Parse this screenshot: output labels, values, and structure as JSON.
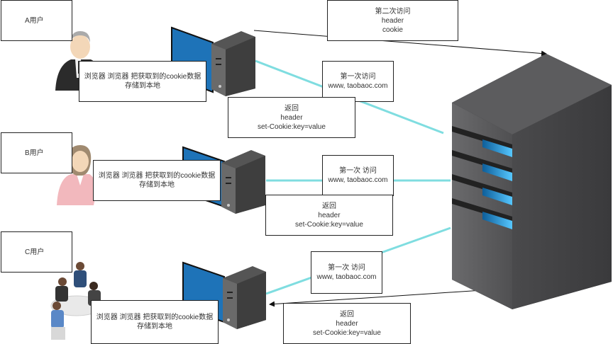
{
  "users": [
    {
      "label": "A用户",
      "note": "浏览器 浏览器 把获取到的cookie数据存储到本地"
    },
    {
      "label": "B用户",
      "note": "浏览器 浏览器 把获取到的cookie数据存储到本地"
    },
    {
      "label": "C用户",
      "note": "浏览器 浏览器 把获取到的cookie数据存储到本地"
    }
  ],
  "second_visit": {
    "line1": "第二次访问",
    "line2": "header",
    "line3": "cookie"
  },
  "requests": [
    {
      "line1": "第一次访问",
      "line2": "www, taobaoc.com"
    },
    {
      "line1": "第一次 访问",
      "line2": "www, taobaoc.com"
    },
    {
      "line1": "第一次 访问",
      "line2": "www, taobaoc.com"
    }
  ],
  "responses": [
    {
      "line1": "返回",
      "line2": "header",
      "line3": "set-Cookie:key=value"
    },
    {
      "line1": "返回",
      "line2": "header",
      "line3": "set-Cookie:key=value"
    },
    {
      "line1": "返回",
      "line2": "header",
      "line3": "set-Cookie:key=value"
    }
  ],
  "colors": {
    "link": "#7fdde0",
    "server_body": "#5a5a5c",
    "server_light": "#2ea7e8",
    "monitor": "#1e73b8"
  },
  "icons": [
    "person-a-icon",
    "person-b-icon",
    "meeting-group-icon",
    "client-computer-icon",
    "main-server-icon"
  ]
}
